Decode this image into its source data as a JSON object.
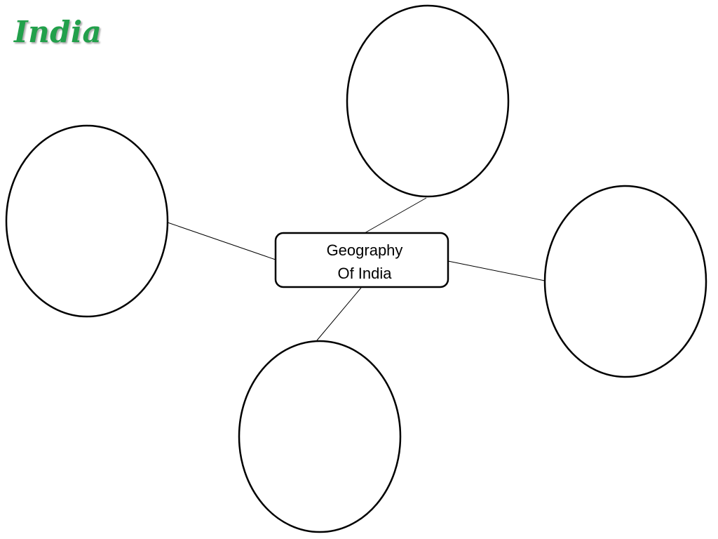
{
  "title": {
    "text": "India",
    "color": "#22a04b"
  },
  "center_topic": {
    "lines": [
      "Geography",
      "Of India"
    ]
  },
  "bubbles": [
    {
      "label": ""
    },
    {
      "label": ""
    },
    {
      "label": ""
    },
    {
      "label": ""
    }
  ]
}
